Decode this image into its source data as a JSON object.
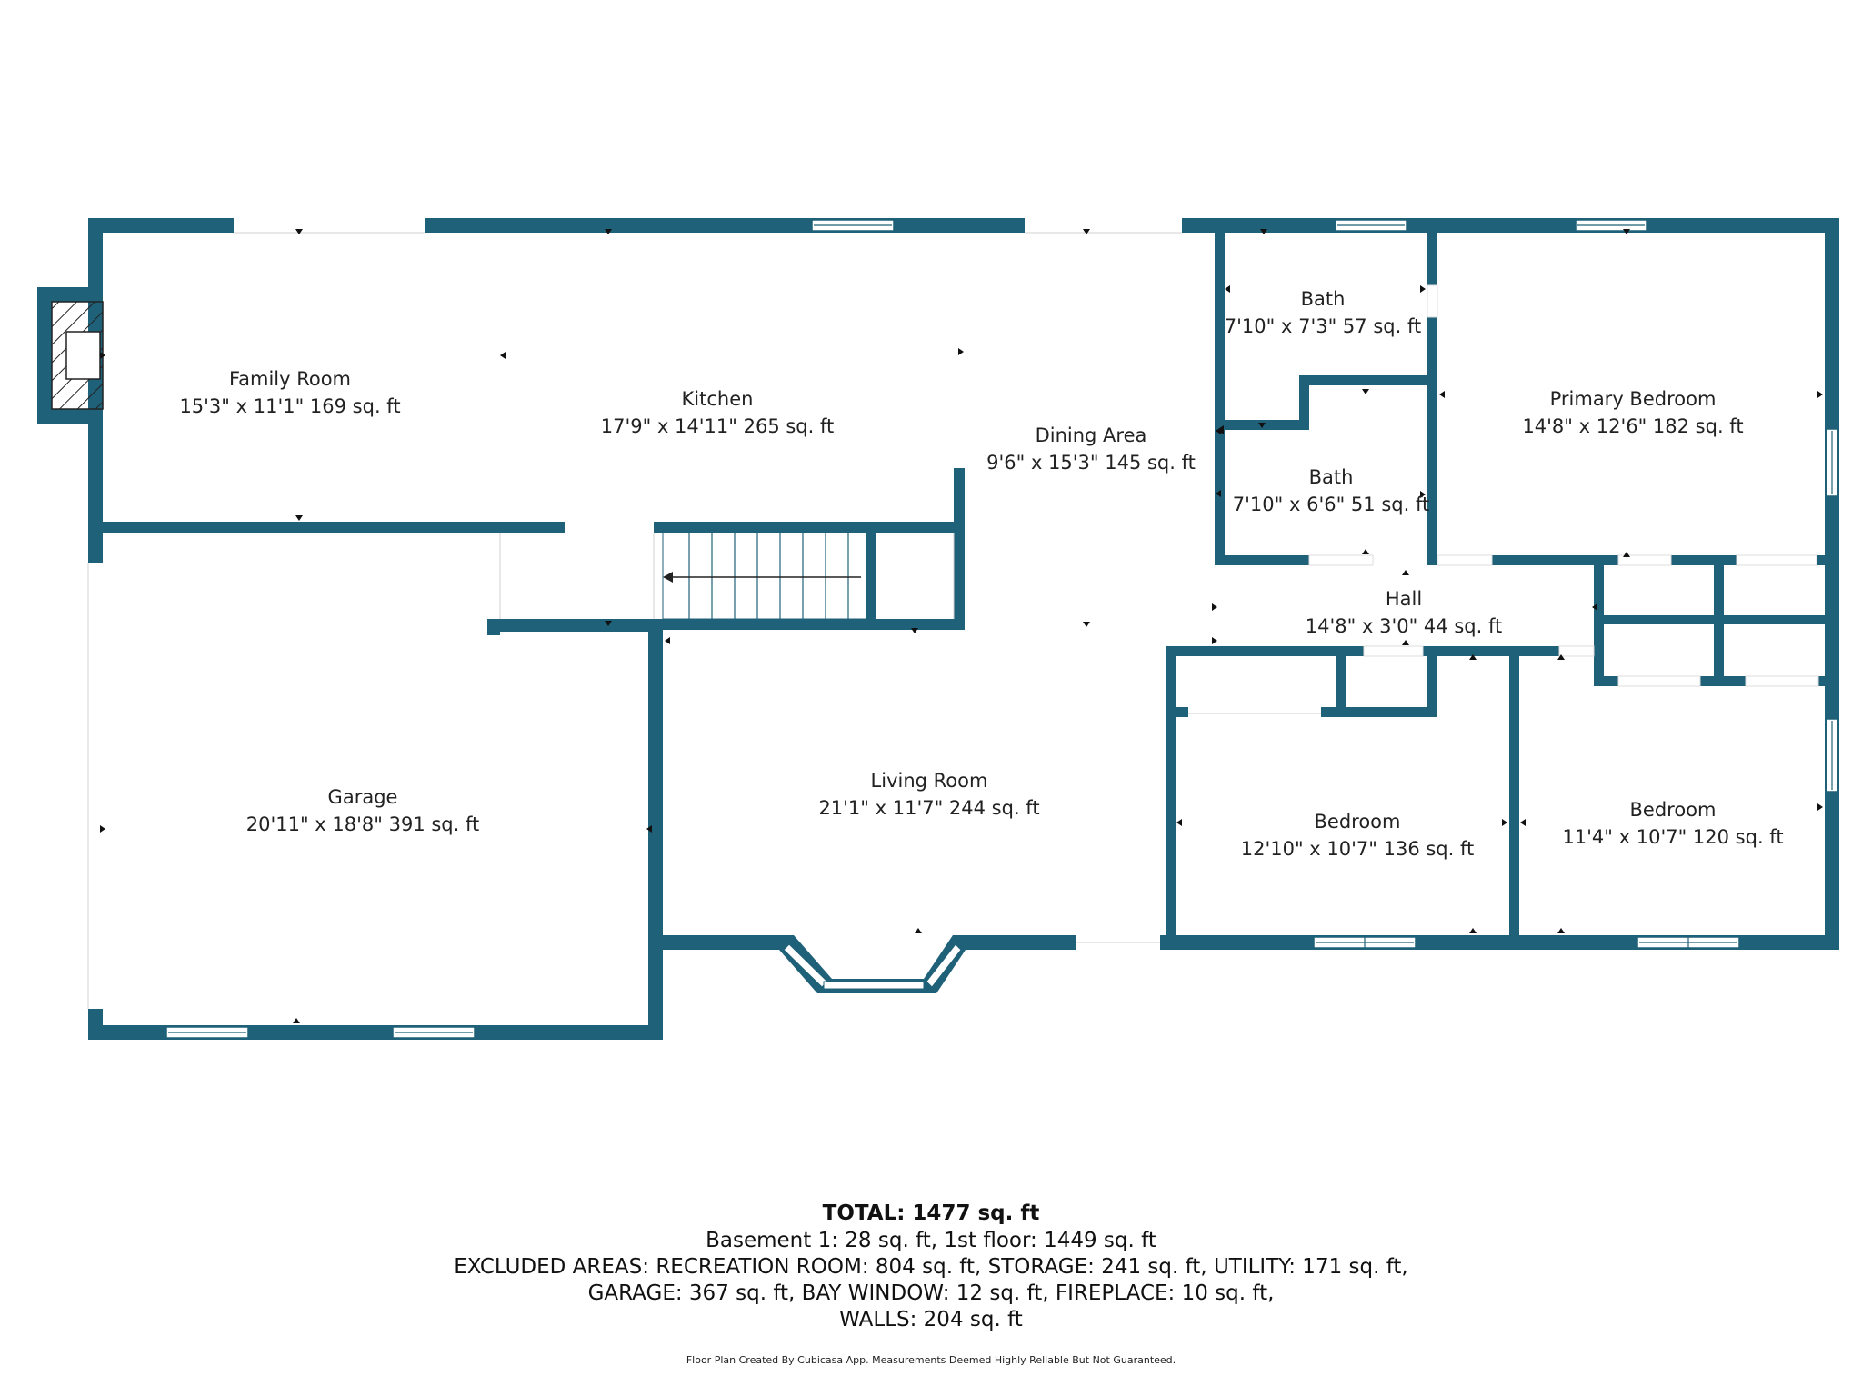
{
  "rooms": {
    "family_room": {
      "name": "Family Room",
      "dims": "15'3\" x 11'1\" 169 sq. ft"
    },
    "kitchen": {
      "name": "Kitchen",
      "dims": "17'9\" x 14'11\" 265 sq. ft"
    },
    "dining_area": {
      "name": "Dining Area",
      "dims": "9'6\" x 15'3\" 145 sq. ft"
    },
    "bath_upper": {
      "name": "Bath",
      "dims": "7'10\" x 7'3\" 57 sq. ft"
    },
    "bath_lower": {
      "name": "Bath",
      "dims": "7'10\" x 6'6\" 51 sq. ft"
    },
    "primary_bedroom": {
      "name": "Primary Bedroom",
      "dims": "14'8\" x 12'6\" 182 sq. ft"
    },
    "hall": {
      "name": "Hall",
      "dims": "14'8\" x 3'0\" 44 sq. ft"
    },
    "garage": {
      "name": "Garage",
      "dims": "20'11\" x 18'8\" 391 sq. ft"
    },
    "living_room": {
      "name": "Living Room",
      "dims": "21'1\" x 11'7\" 244 sq. ft"
    },
    "bedroom_left": {
      "name": "Bedroom",
      "dims": "12'10\" x 10'7\" 136 sq. ft"
    },
    "bedroom_right": {
      "name": "Bedroom",
      "dims": "11'4\" x 10'7\" 120 sq. ft"
    }
  },
  "summary": {
    "total": "TOTAL: 1477 sq. ft",
    "line1": "Basement 1: 28 sq. ft, 1st floor: 1449 sq. ft",
    "line2": "EXCLUDED AREAS: RECREATION ROOM: 804 sq. ft, STORAGE: 241 sq. ft, UTILITY: 171 sq. ft,",
    "line3": "GARAGE: 367 sq. ft, BAY WINDOW: 12 sq. ft, FIREPLACE: 10 sq. ft,",
    "line4": "WALLS: 204 sq. ft"
  },
  "footer": "Floor Plan Created By Cubicasa App. Measurements Deemed Highly Reliable But Not Guaranteed.",
  "colors": {
    "wall": "#1f6178",
    "background": "#ffffff",
    "text": "#222222"
  }
}
